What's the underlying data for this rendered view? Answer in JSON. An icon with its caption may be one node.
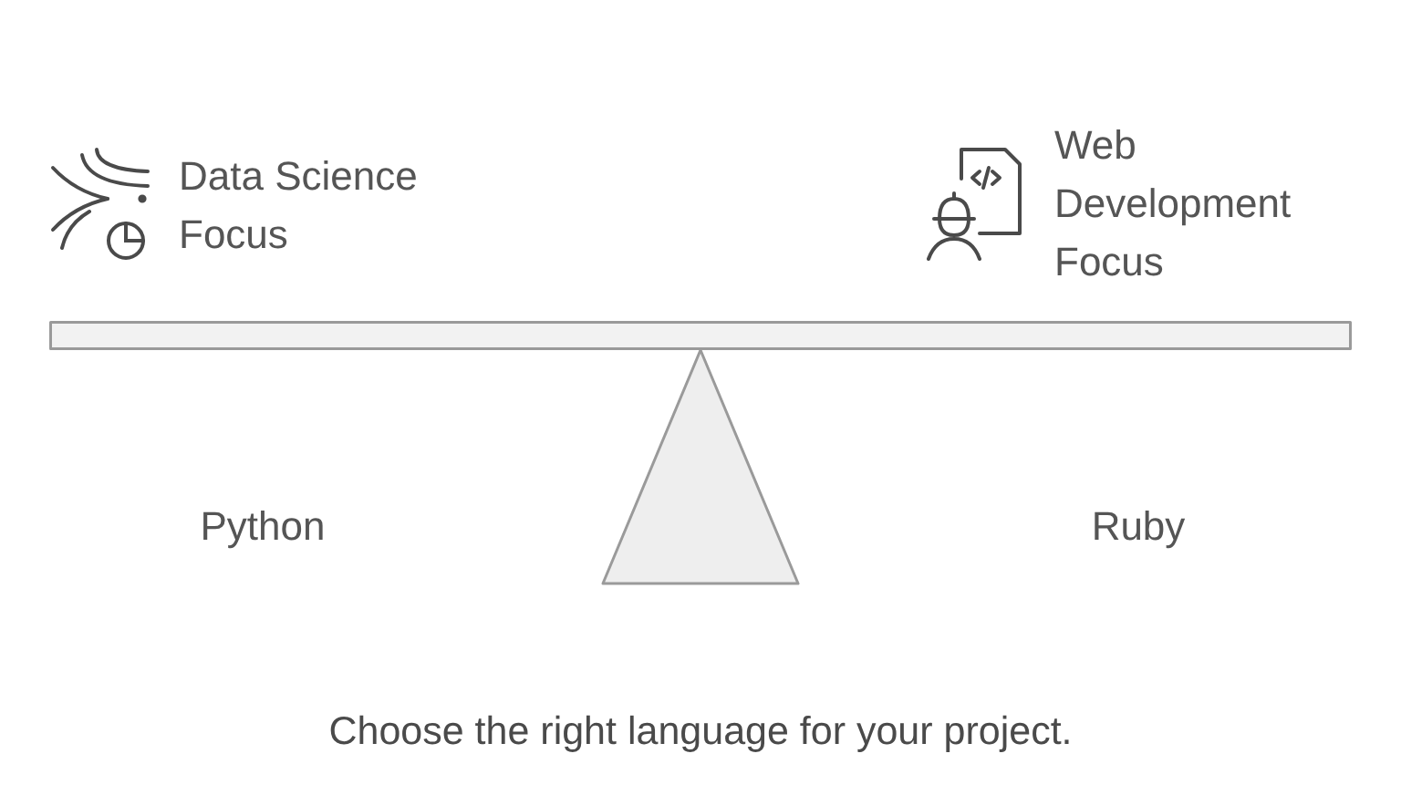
{
  "diagram": {
    "caption": "Choose the right language for your project.",
    "nodes": [
      {
        "text": [],
        "shape": "bar"
      },
      {
        "text": [],
        "shape": "triangle"
      }
    ],
    "labels": [
      "Data Science Focus",
      "Web Development Focus",
      "Python",
      "Ruby"
    ]
  }
}
